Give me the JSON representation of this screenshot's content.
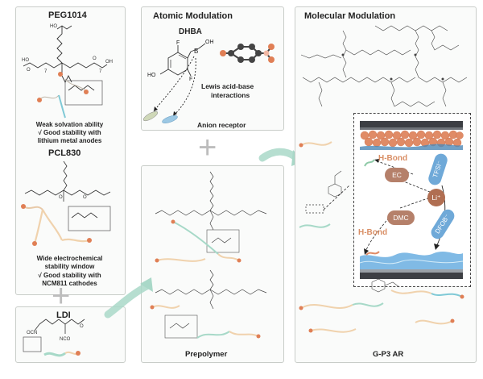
{
  "left_panel": {
    "peg_title": "PEG1014",
    "peg_sub_a": "7",
    "peg_sub_b": "7",
    "peg_desc1": "Weak solvation ability",
    "peg_desc2": "√ Good stability with",
    "peg_desc3": "lithium metal anodes",
    "pcl_title": "PCL830",
    "pcl_desc1": "Wide electrochemical",
    "pcl_desc2": "stability window",
    "pcl_desc3": "√ Good stability with",
    "pcl_desc4": "NCM811 cathodes",
    "ldi_title": "LDI",
    "ocn": "OCN",
    "nco": "NCO"
  },
  "atomic_panel": {
    "title": "Atomic   Modulation",
    "molecule": "DHBA",
    "ho": "HO",
    "b": "B",
    "oh": "OH",
    "f1": "F",
    "f2": "F",
    "lewis1": "Lewis acid-base",
    "lewis2": "interactions",
    "anion": "Anion receptor"
  },
  "prepolymer_panel": {
    "title": "Prepolymer"
  },
  "molecular_panel": {
    "title": "Molecular   Modulation",
    "footer": "G-P3 AR",
    "hbond_top": "H-Bond",
    "hbond_bottom": "H-Bond",
    "ec": "EC",
    "dmc": "DMC",
    "li": "Li⁺",
    "tfsi": "TFSI⁻",
    "dfob": "DFOB⁻"
  },
  "colors": {
    "panel_border": "#c9cdc9",
    "arrow_teal": "#a9d8c8",
    "bead_orange": "#e07f55",
    "electrode_dark": "#3d3f44",
    "water_blue": "#5fa6d6",
    "pill_brown": "#b5806a"
  }
}
